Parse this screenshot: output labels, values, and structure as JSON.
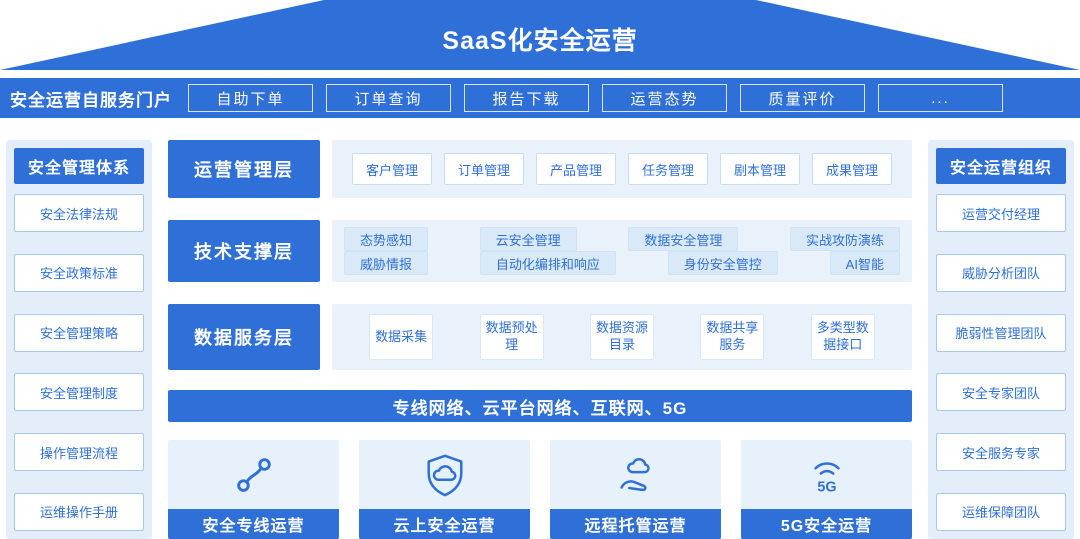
{
  "colors": {
    "primary": "#2E6FD8",
    "panel_bg": "#E3EEFA",
    "chip_bg": "#FFFFFF",
    "chip_text": "#2E6FD8"
  },
  "roof": {
    "title": "SaaS化安全运营"
  },
  "portal": {
    "label": "安全运营自服务门户",
    "buttons": [
      "自助下单",
      "订单查询",
      "报告下载",
      "运营态势",
      "质量评价",
      "..."
    ]
  },
  "left_panel": {
    "title": "安全管理体系",
    "items": [
      "安全法律法规",
      "安全政策标准",
      "安全管理策略",
      "安全管理制度",
      "操作管理流程",
      "运维操作手册"
    ]
  },
  "right_panel": {
    "title": "安全运营组织",
    "items": [
      "运营交付经理",
      "威胁分析团队",
      "脆弱性管理团队",
      "安全专家团队",
      "安全服务专家",
      "运维保障团队"
    ]
  },
  "layers": [
    {
      "name": "运营管理层",
      "chips": [
        "客户管理",
        "订单管理",
        "产品管理",
        "任务管理",
        "剧本管理",
        "成果管理"
      ]
    },
    {
      "name": "技术支撑层",
      "rows": [
        [
          "态势感知",
          "云安全管理",
          "数据安全管理",
          "实战攻防演练"
        ],
        [
          "威胁情报",
          "自动化编排和响应",
          "身份安全管控",
          "AI智能"
        ]
      ]
    },
    {
      "name": "数据服务层",
      "chips": [
        "数据采集",
        "数据预处理",
        "数据资源目录",
        "数据共享服务",
        "多类型数据接口"
      ]
    }
  ],
  "network_bar": {
    "label": "专线网络、云平台网络、互联网、5G"
  },
  "scenarios": [
    {
      "label": "安全专线运营",
      "icon": "chain-link-icon"
    },
    {
      "label": "云上安全运营",
      "icon": "cloud-shield-icon"
    },
    {
      "label": "远程托管运营",
      "icon": "hand-cloud-icon"
    },
    {
      "label": "5G安全运营",
      "icon": "5g-signal-icon",
      "icon_text": "5G"
    }
  ]
}
